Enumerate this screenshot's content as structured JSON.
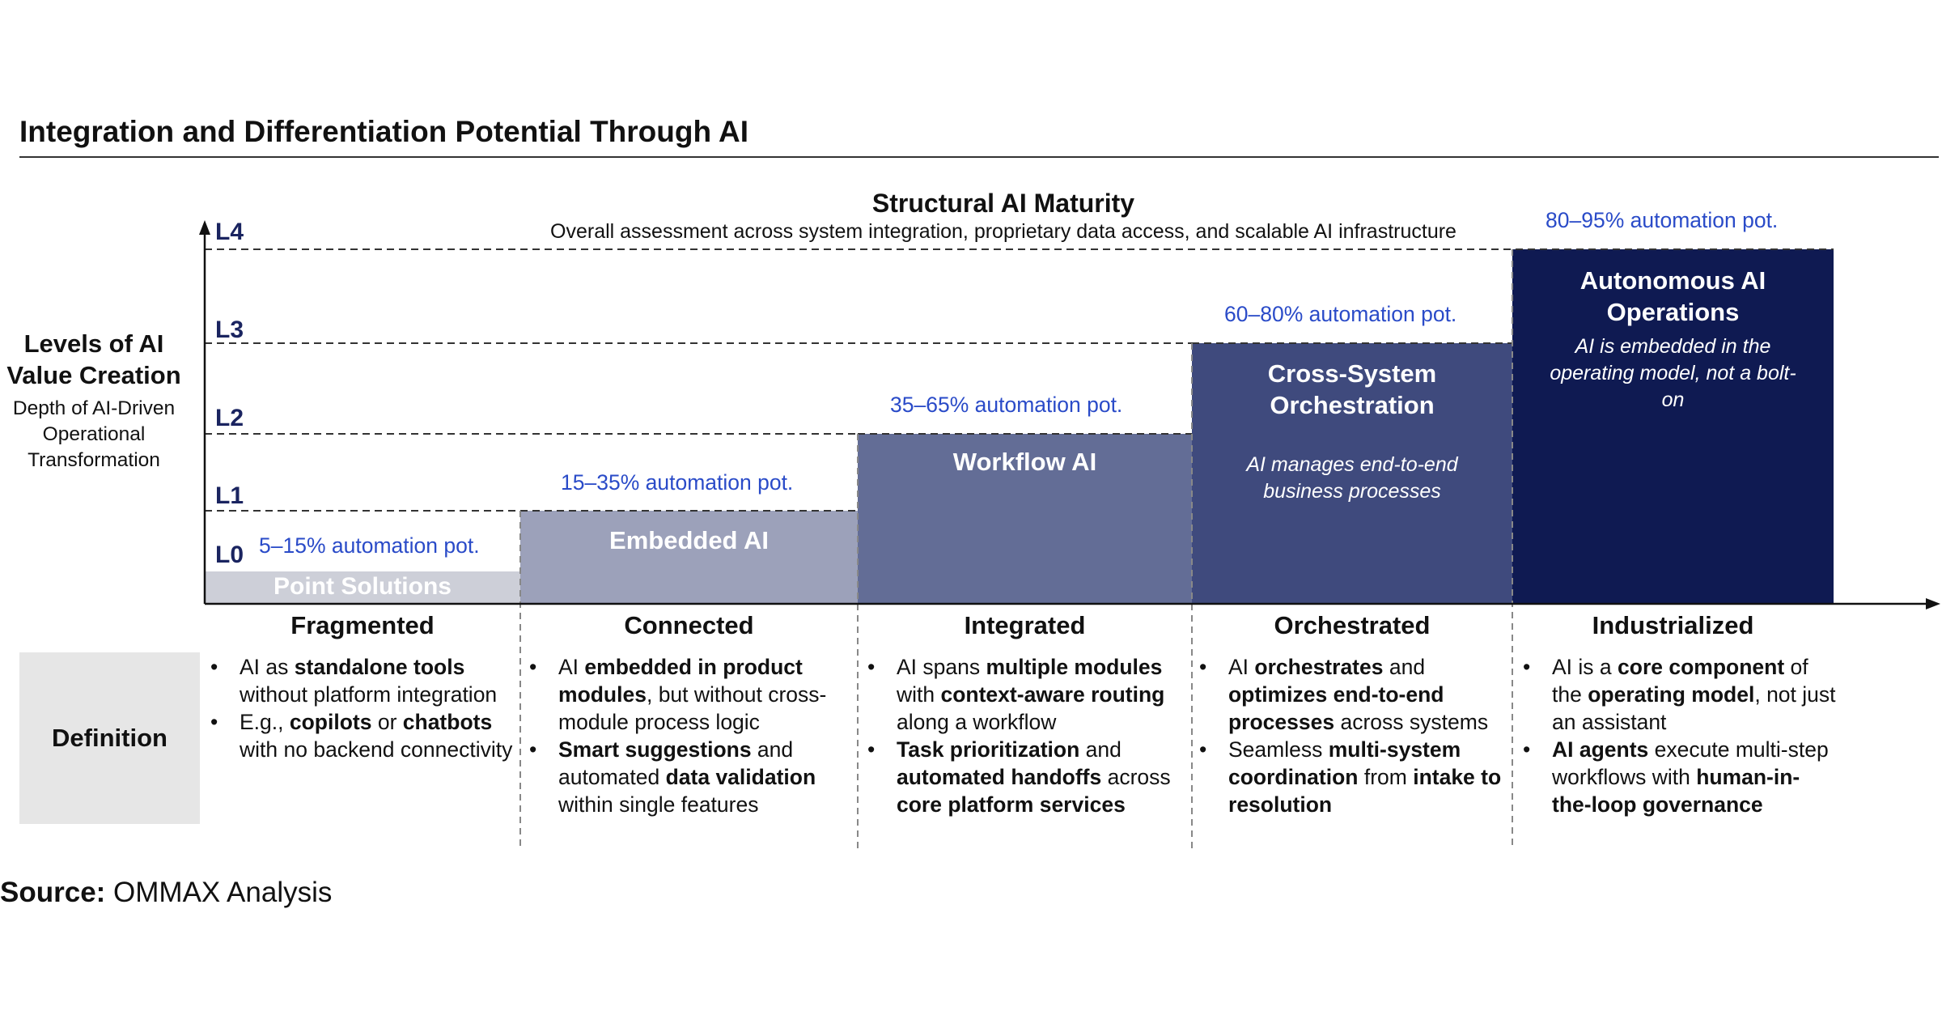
{
  "title": "Integration and Differentiation Potential Through AI",
  "maturity": {
    "title": "Structural AI Maturity",
    "subtitle": "Overall assessment across system integration, proprietary data access, and scalable AI infrastructure"
  },
  "y_axis": {
    "title_line1": "Levels of AI",
    "title_line2": "Value Creation",
    "sub_line1": "Depth of AI-Driven",
    "sub_line2": "Operational",
    "sub_line3": "Transformation",
    "levels": [
      "L0",
      "L1",
      "L2",
      "L3",
      "L4"
    ]
  },
  "blocks": [
    {
      "level": 0,
      "label": "Point Solutions",
      "automation": "5–15% automation pot.",
      "desc": "",
      "color": "#cdcfd8"
    },
    {
      "level": 1,
      "label": "Embedded AI",
      "automation": "15–35% automation pot.",
      "desc": "",
      "color": "#9ca1ba"
    },
    {
      "level": 2,
      "label": "Workflow AI",
      "automation": "35–65% automation pot.",
      "desc": "",
      "color": "#636d96"
    },
    {
      "level": 3,
      "label_line1": "Cross-System",
      "label_line2": "Orchestration",
      "automation": "60–80% automation pot.",
      "desc_line1": "AI manages end-to-end",
      "desc_line2": "business processes",
      "color": "#3f4a7d"
    },
    {
      "level": 4,
      "label_line1": "Autonomous AI",
      "label_line2": "Operations",
      "automation": "80–95% automation pot.",
      "desc_line1": "AI is embedded in the",
      "desc_line2": "operating model, not a bolt-",
      "desc_line3": "on",
      "color": "#0f1a52"
    }
  ],
  "stages": [
    "Fragmented",
    "Connected",
    "Integrated",
    "Orchestrated",
    "Industrialized"
  ],
  "definition": {
    "label": "Definition",
    "columns": [
      {
        "b1": [
          {
            "t": "AI as ",
            "b": false
          },
          {
            "t": "standalone tools",
            "b": true
          },
          {
            "t": " without platform integration",
            "b": false
          }
        ],
        "b2": [
          {
            "t": "E.g., ",
            "b": false
          },
          {
            "t": "copilots",
            "b": true
          },
          {
            "t": " or ",
            "b": false
          },
          {
            "t": "chatbots",
            "b": true
          },
          {
            "t": " with no backend connectivity",
            "b": false
          }
        ]
      },
      {
        "b1": [
          {
            "t": "AI ",
            "b": false
          },
          {
            "t": "embedded in product modules",
            "b": true
          },
          {
            "t": ", but without cross-module process logic",
            "b": false
          }
        ],
        "b2": [
          {
            "t": "Smart suggestions",
            "b": true
          },
          {
            "t": " and automated ",
            "b": false
          },
          {
            "t": "data validation",
            "b": true
          },
          {
            "t": " within single features",
            "b": false
          }
        ]
      },
      {
        "b1": [
          {
            "t": "AI spans ",
            "b": false
          },
          {
            "t": "multiple modules",
            "b": true
          },
          {
            "t": " with ",
            "b": false
          },
          {
            "t": "context-aware routing",
            "b": true
          },
          {
            "t": " along a workflow",
            "b": false
          }
        ],
        "b2": [
          {
            "t": "Task prioritization",
            "b": true
          },
          {
            "t": " and ",
            "b": false
          },
          {
            "t": "automated handoffs",
            "b": true
          },
          {
            "t": " across ",
            "b": false
          },
          {
            "t": "core platform services",
            "b": true
          }
        ]
      },
      {
        "b1": [
          {
            "t": "AI ",
            "b": false
          },
          {
            "t": "orchestrates",
            "b": true
          },
          {
            "t": " and ",
            "b": false
          },
          {
            "t": "optimizes end-to-end processes",
            "b": true
          },
          {
            "t": " across systems",
            "b": false
          }
        ],
        "b2": [
          {
            "t": "Seamless ",
            "b": false
          },
          {
            "t": "multi-system coordination",
            "b": true
          },
          {
            "t": " from ",
            "b": false
          },
          {
            "t": "intake to resolution",
            "b": true
          }
        ]
      },
      {
        "b1": [
          {
            "t": "AI is a ",
            "b": false
          },
          {
            "t": "core component",
            "b": true
          },
          {
            "t": " of the ",
            "b": false
          },
          {
            "t": "operating model",
            "b": true
          },
          {
            "t": ", not just an assistant",
            "b": false
          }
        ],
        "b2": [
          {
            "t": "AI agents",
            "b": true
          },
          {
            "t": " execute multi-step workflows with ",
            "b": false
          },
          {
            "t": "human-in-the-loop governance",
            "b": true
          }
        ]
      }
    ]
  },
  "source": {
    "label": "Source:",
    "text": " OMMAX Analysis"
  }
}
